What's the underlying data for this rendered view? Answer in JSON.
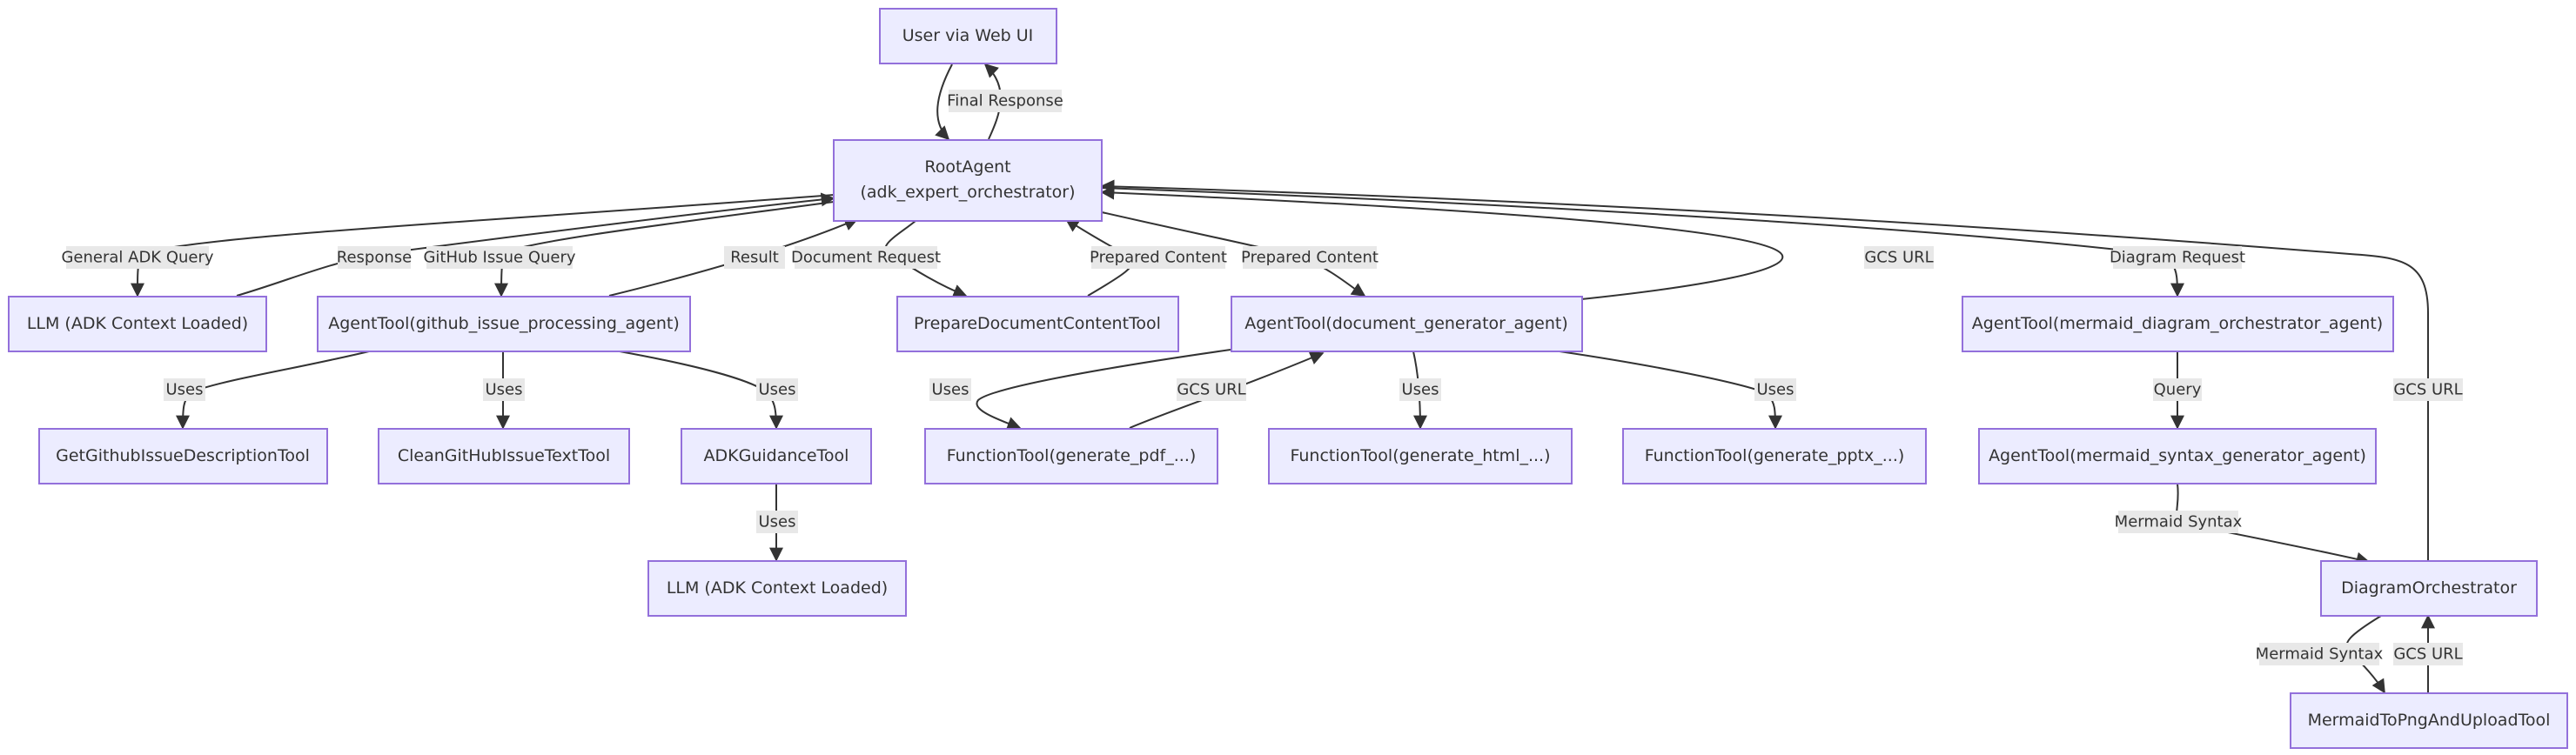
{
  "nodes": {
    "user": "User via Web UI",
    "root_l1": "RootAgent",
    "root_l2": "(adk_expert_orchestrator)",
    "llm1": "LLM (ADK Context Loaded)",
    "github_agent": "AgentTool(github_issue_processing_agent)",
    "prepare_doc": "PrepareDocumentContentTool",
    "docgen_agent": "AgentTool(document_generator_agent)",
    "mermaid_orch_agent": "AgentTool(mermaid_diagram_orchestrator_agent)",
    "get_issue_tool": "GetGithubIssueDescriptionTool",
    "clean_issue_tool": "CleanGitHubIssueTextTool",
    "adk_guidance": "ADKGuidanceTool",
    "fn_pdf": "FunctionTool(generate_pdf_...)",
    "fn_html": "FunctionTool(generate_html_...)",
    "fn_pptx": "FunctionTool(generate_pptx_...)",
    "mermaid_syntax_agent": "AgentTool(mermaid_syntax_generator_agent)",
    "llm2": "LLM (ADK Context Loaded)",
    "diagram_orch": "DiagramOrchestrator",
    "png_upload": "MermaidToPngAndUploadTool"
  },
  "edge_labels": {
    "final_response": "Final Response",
    "general_query": "General ADK Query",
    "response": "Response",
    "github_query": "GitHub Issue Query",
    "result": "Result",
    "document_request": "Document Request",
    "prepared_content_1": "Prepared Content",
    "prepared_content_2": "Prepared Content",
    "gcs_url_root": "GCS URL",
    "diagram_request": "Diagram Request",
    "uses_get": "Uses",
    "uses_clean": "Uses",
    "uses_guidance": "Uses",
    "uses_pdf": "Uses",
    "gcs_url_pdf": "GCS URL",
    "uses_html": "Uses",
    "uses_pptx": "Uses",
    "query": "Query",
    "gcs_url_orch": "GCS URL",
    "uses_llm2": "Uses",
    "mermaid_syntax_1": "Mermaid Syntax",
    "mermaid_syntax_2": "Mermaid Syntax",
    "gcs_url_png": "GCS URL"
  }
}
